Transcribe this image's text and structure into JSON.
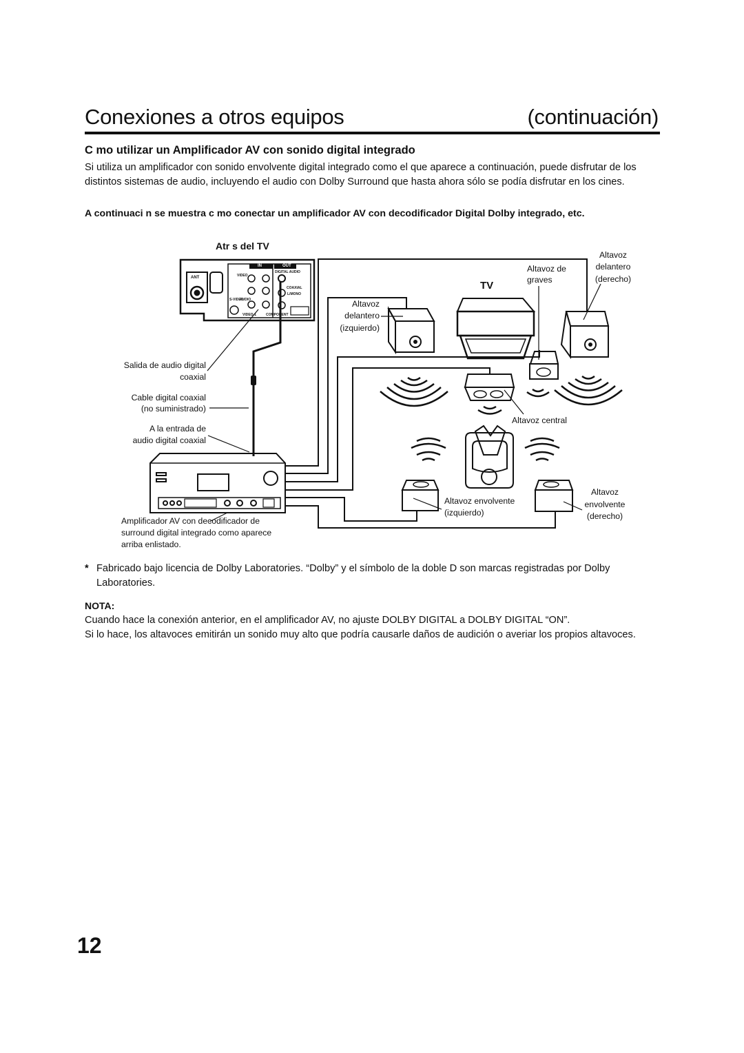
{
  "header": {
    "title": "Conexiones a otros equipos",
    "continuation": "(continuación)"
  },
  "section": {
    "heading": "C mo utilizar un Amplificador AV con sonido digital integrado",
    "intro": "Si utiliza un amplificador con sonido envolvente digital integrado como el que aparece a continuación, puede disfrutar de los distintos sistemas de audio, incluyendo el audio con Dolby Surround que hasta ahora sólo se podía disfrutar en los cines.",
    "instruction": "A continuaci n se muestra c mo conectar un amplificador AV con decodificador Digital Dolby integrado, etc."
  },
  "diagram": {
    "back_of_tv": "Atr s del TV",
    "tv": "TV",
    "panel": {
      "ant": "ANT",
      "in": "IN",
      "out": "OUT",
      "digital_audio": "DIGITAL AUDIO",
      "video": "VIDEO",
      "coaxial": "COAXIAL",
      "audio": "AUDIO",
      "s_video": "S-VIDEO",
      "video1": "VIDEO-1",
      "component": "COMPONENT",
      "l_mono": "L/MONO"
    },
    "labels": {
      "subwoofer_1": "Altavoz de",
      "subwoofer_2": "graves",
      "front_right_1": "Altavoz",
      "front_right_2": "delantero",
      "front_right_3": "(derecho)",
      "front_left_1": "Altavoz",
      "front_left_2": "delantero",
      "front_left_3": "(izquierdo)",
      "center": "Altavoz central",
      "digital_out_1": "Salida de audio digital",
      "digital_out_2": "coaxial",
      "cable_1": "Cable digital coaxial",
      "cable_2": "(no suministrado)",
      "digital_in_1": "A la entrada de",
      "digital_in_2": "audio digital coaxial",
      "surround_left_1": "Altavoz envolvente",
      "surround_left_2": "(izquierdo)",
      "surround_right_1": "Altavoz",
      "surround_right_2": "envolvente",
      "surround_right_3": "(derecho)",
      "amp_1": "Amplificador AV con decodificador de",
      "amp_2": "surround digital integrado como aparece",
      "amp_3": "arriba enlistado."
    }
  },
  "footnote": {
    "star": "*",
    "text": "Fabricado bajo licencia de Dolby Laboratories. “Dolby” y el símbolo de la doble D son marcas registradas por Dolby Laboratories."
  },
  "nota": {
    "heading": "NOTA:",
    "line1": "Cuando hace la conexión anterior, en el amplificador AV, no ajuste DOLBY DIGITAL a DOLBY DIGITAL “ON”.",
    "line2": "Si lo hace, los altavoces emitirán un sonido muy alto que podría causarle daños de audición o averiar los propios altavoces."
  },
  "page_number": "12"
}
